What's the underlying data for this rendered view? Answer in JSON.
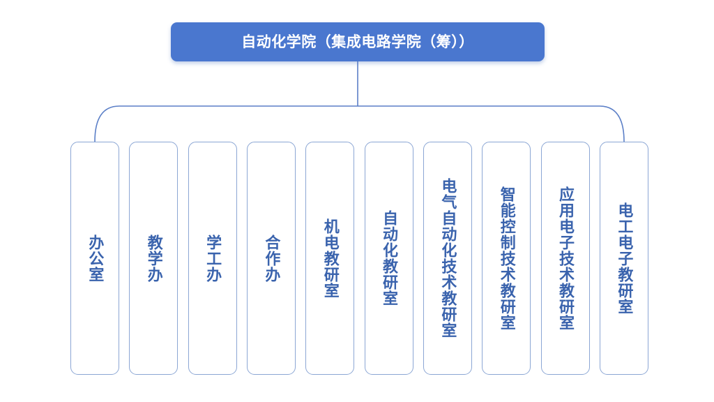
{
  "chart": {
    "type": "org-chart",
    "title": "自动化学院（集成电路学院（筹））",
    "root": {
      "label": "自动化学院（集成电路学院（筹））",
      "fill_color": "#4a77cf",
      "text_color": "#ffffff"
    },
    "connector": {
      "line_color": "#5b7fc7",
      "style": "single-bus-with-rounded-ends"
    },
    "node_style": {
      "border_color": "#8ba6d4",
      "fill_color": "#ffffff",
      "text_color": "#3a63ad",
      "orientation": "vertical"
    },
    "children": [
      {
        "label": "办公室"
      },
      {
        "label": "教学办"
      },
      {
        "label": "学工办"
      },
      {
        "label": "合作办"
      },
      {
        "label": "机电教研室"
      },
      {
        "label": "自动化教研室"
      },
      {
        "label": "电气自动化技术教研室"
      },
      {
        "label": "智能控制技术教研室"
      },
      {
        "label": "应用电子技术教研室"
      },
      {
        "label": "电工电子教研室"
      }
    ]
  }
}
